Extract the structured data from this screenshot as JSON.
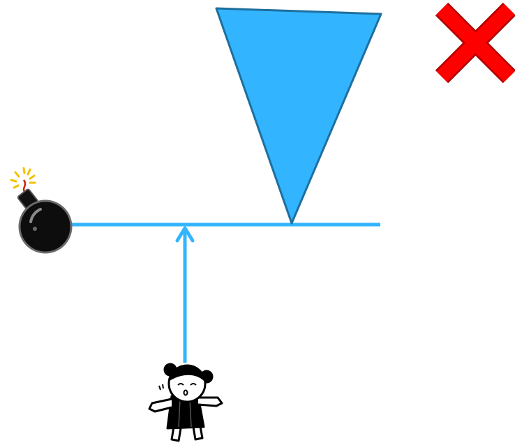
{
  "scene": {
    "background": "#ffffff",
    "accent_color": "#33b4ff",
    "triangle_fill": "#33b4ff",
    "triangle_stroke": "#1d6f9f",
    "close_color": "#ff0000"
  },
  "objects": [
    {
      "name": "bomb",
      "icon": "bomb-icon"
    },
    {
      "name": "horizontal-beam",
      "icon": "beam"
    },
    {
      "name": "inverted-triangle-weight",
      "icon": "triangle"
    },
    {
      "name": "up-arrow",
      "icon": "arrow-up-icon"
    },
    {
      "name": "girl-character",
      "icon": "girl-icon"
    }
  ],
  "controls": {
    "close": {
      "icon": "close-x-icon"
    }
  }
}
